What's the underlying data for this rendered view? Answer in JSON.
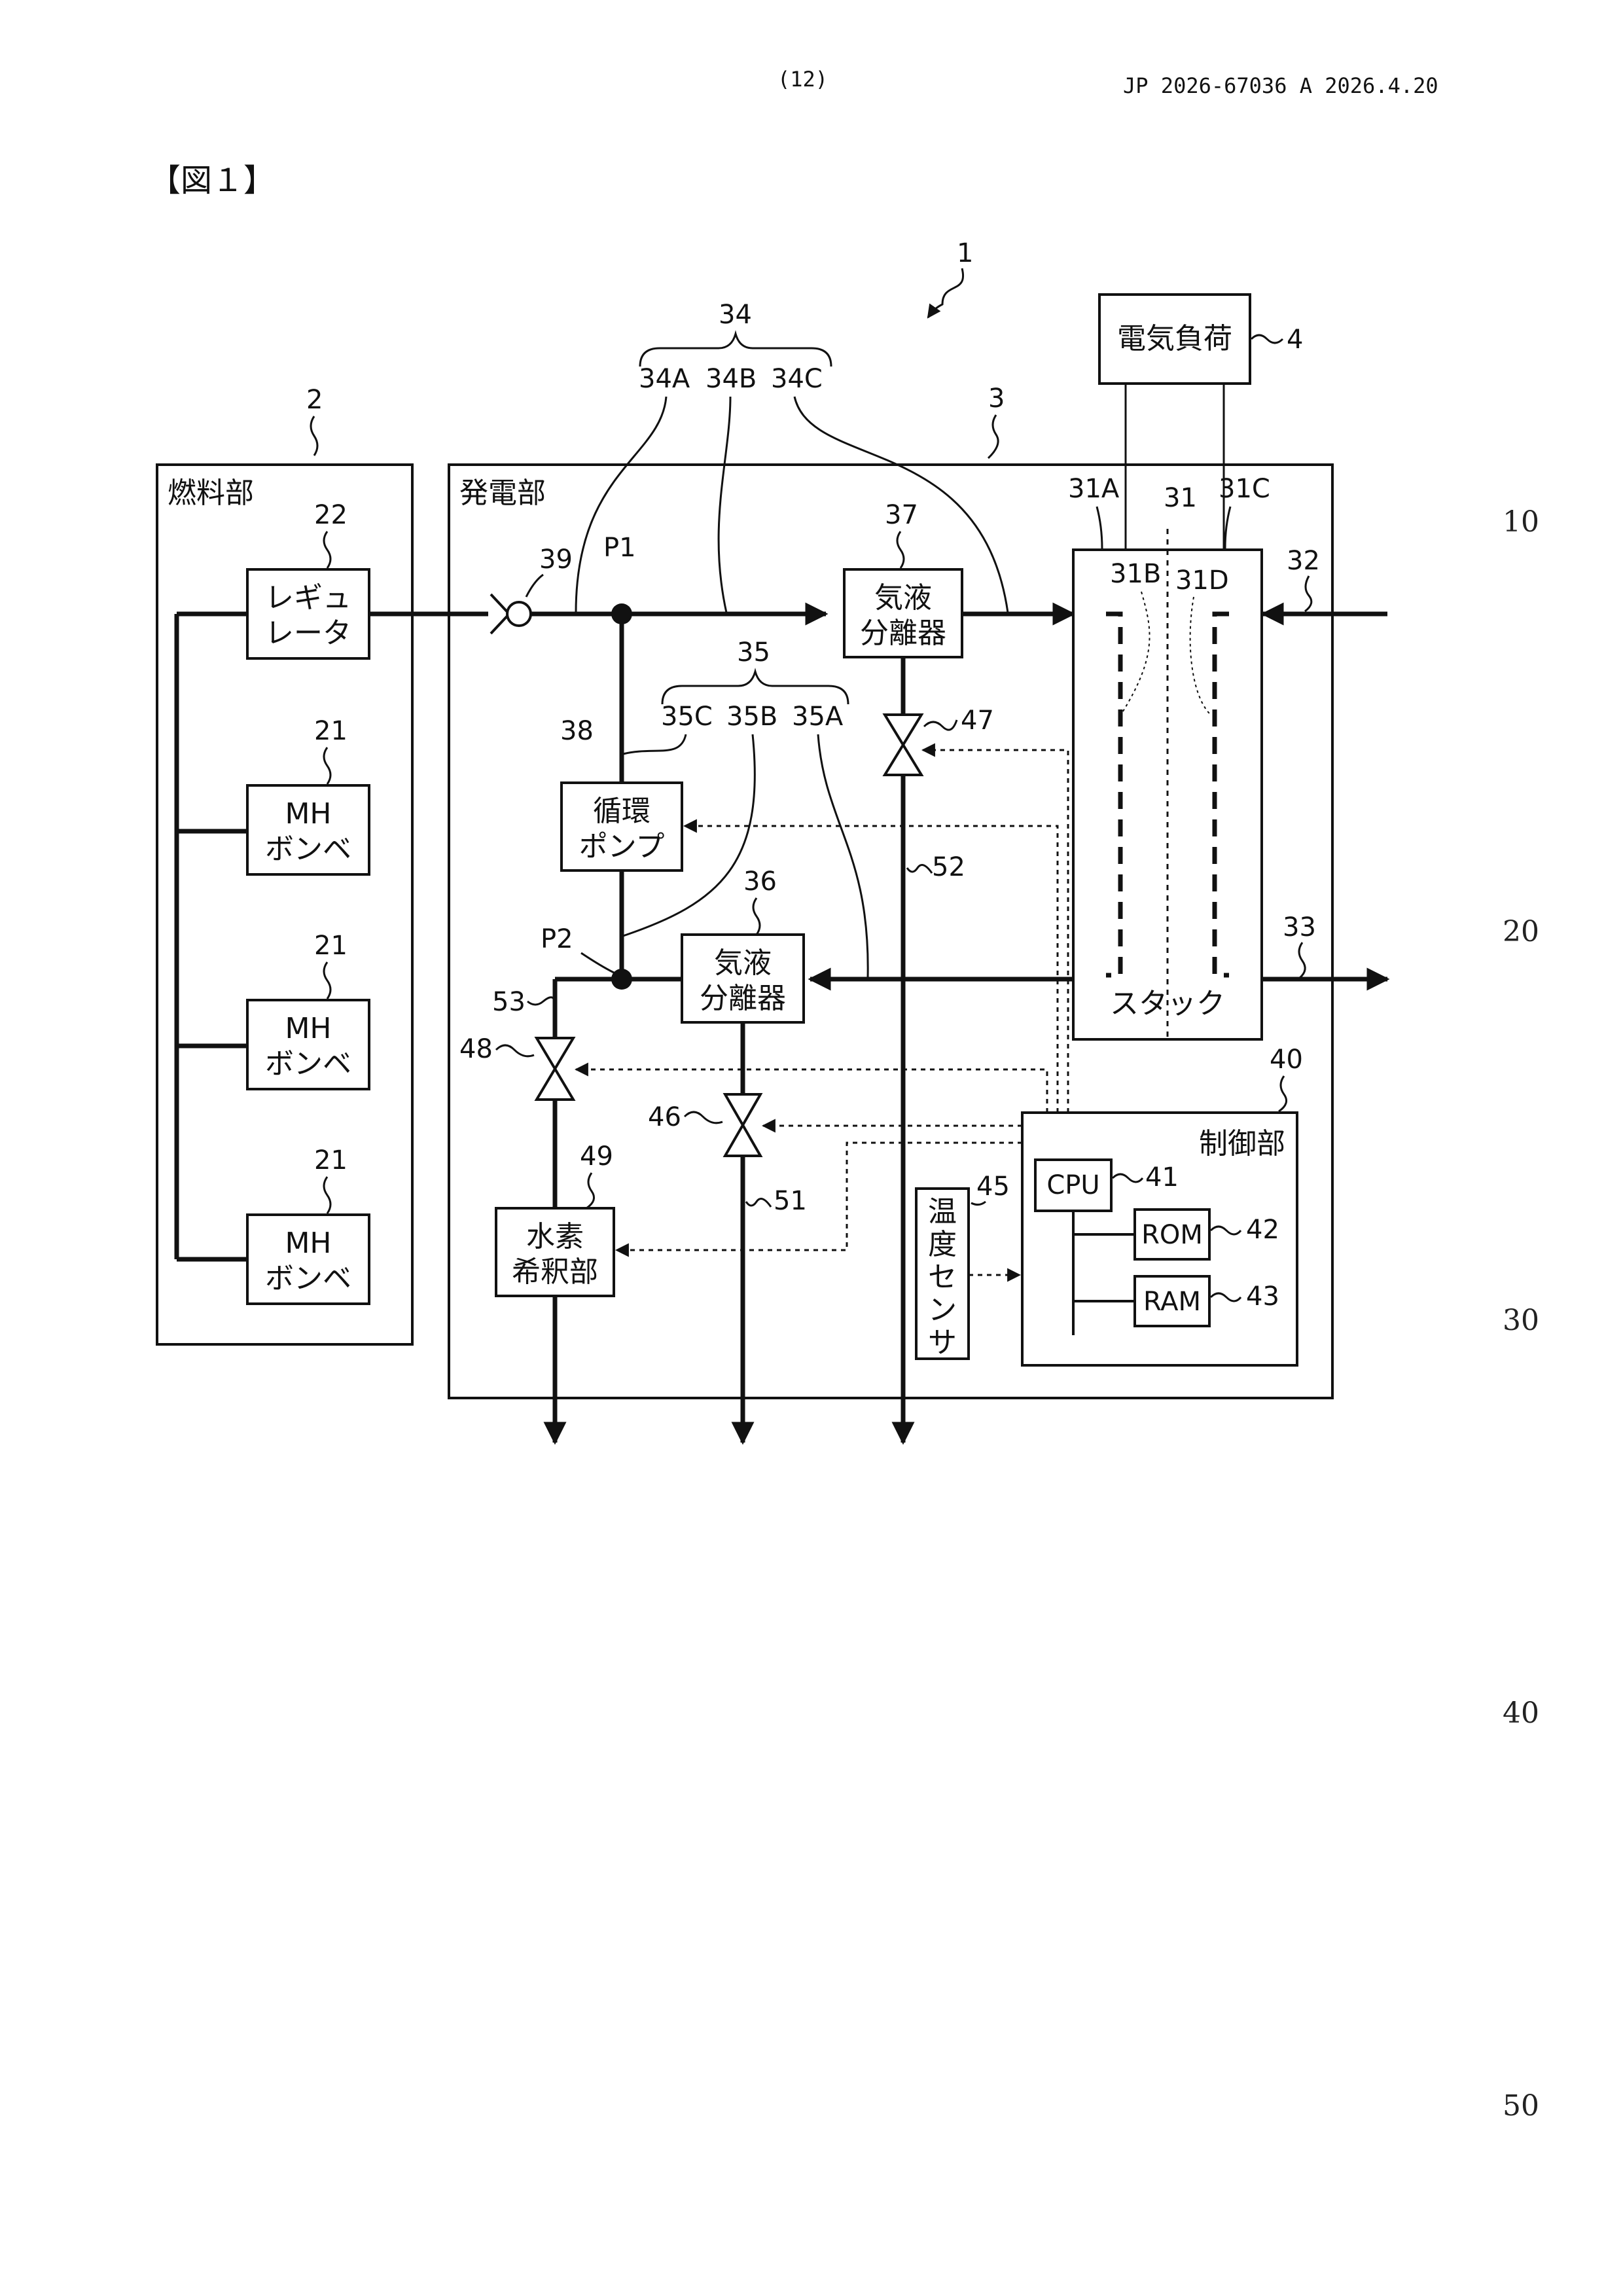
{
  "header": {
    "page_number": "(12)",
    "publication": "JP  2026-67036  A  2026.4.20"
  },
  "figure_title": "【図１】",
  "line_numbers": [
    "10",
    "20",
    "30",
    "40",
    "50"
  ],
  "diagram": {
    "system_ref": "1",
    "fuel_unit": {
      "ref": "2",
      "title": "燃料部"
    },
    "power_unit": {
      "ref": "3",
      "title": "発電部"
    },
    "electric_load": {
      "ref": "4",
      "label": "電気負荷"
    },
    "regulator": {
      "ref": "22",
      "line1": "レギュ",
      "line2": "レータ"
    },
    "mh_cylinders": [
      {
        "ref": "21",
        "line1": "MH",
        "line2": "ボンベ"
      },
      {
        "ref": "21",
        "line1": "MH",
        "line2": "ボンベ"
      },
      {
        "ref": "21",
        "line1": "MH",
        "line2": "ボンベ"
      }
    ],
    "stack": {
      "ref": "31",
      "label": "スタック",
      "part_a": "31A",
      "part_b": "31B",
      "part_c": "31C",
      "part_d": "31D"
    },
    "inlet_ref": "32",
    "outlet_ref": "33",
    "pipe_34": {
      "ref": "34",
      "a": "34A",
      "b": "34B",
      "c": "34C"
    },
    "pipe_35": {
      "ref": "35",
      "a": "35A",
      "b": "35B",
      "c": "35C"
    },
    "separator_36": {
      "ref": "36",
      "line1": "気液",
      "line2": "分離器"
    },
    "separator_37": {
      "ref": "37",
      "line1": "気液",
      "line2": "分離器"
    },
    "pump": {
      "ref": "38",
      "line1": "循環",
      "line2": "ポンプ"
    },
    "check_valve_ref": "39",
    "junction_p1": "P1",
    "junction_p2": "P2",
    "controller": {
      "ref": "40",
      "title": "制御部",
      "cpu": "CPU",
      "cpu_ref": "41",
      "rom": "ROM",
      "rom_ref": "42",
      "ram": "RAM",
      "ram_ref": "43"
    },
    "temp_sensor": {
      "ref": "45",
      "line1": "温",
      "line2": "度",
      "line3": "セ",
      "line4": "ン",
      "line5": "サ"
    },
    "valve_46": "46",
    "valve_47": "47",
    "valve_48": "48",
    "diluter": {
      "ref": "49",
      "line1": "水素",
      "line2": "希釈部"
    },
    "pipe_51": "51",
    "pipe_52": "52",
    "pipe_53": "53"
  }
}
